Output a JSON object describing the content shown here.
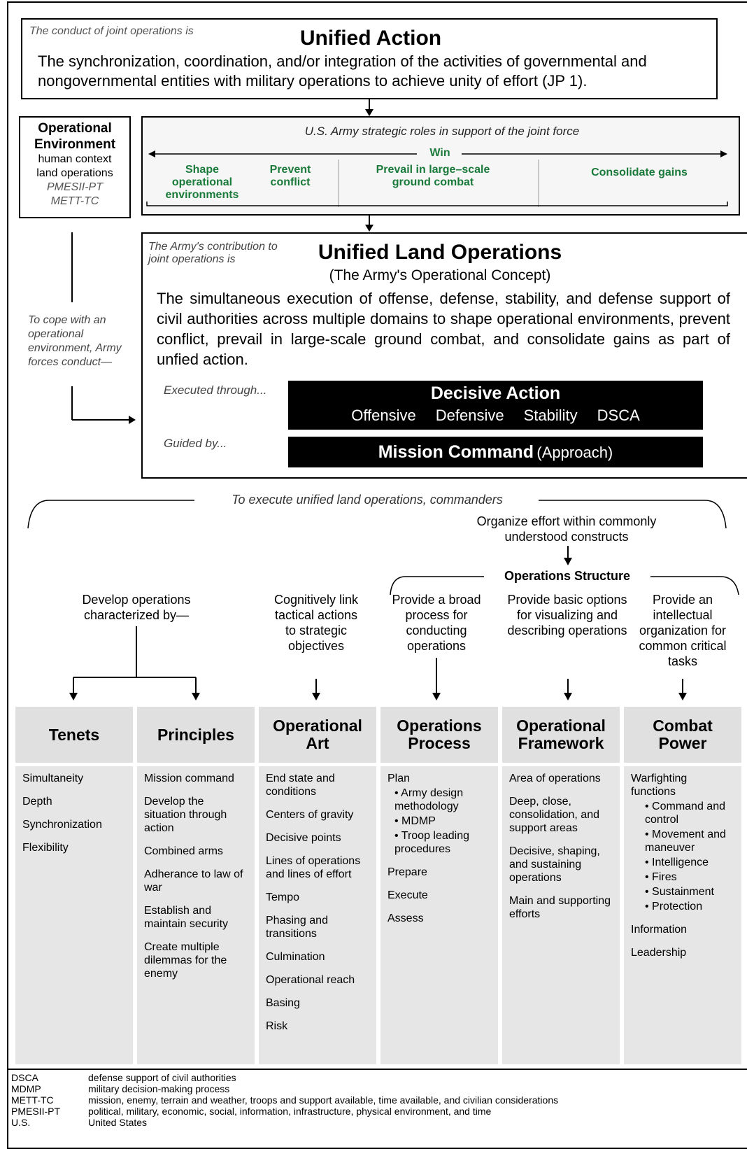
{
  "unified_action": {
    "intro": "The conduct of joint operations is",
    "title": "Unified Action",
    "definition": "The synchronization, coordination, and/or integration of the activities of governmental and nongovernmental entities with military operations to achieve unity of effort (JP 1)."
  },
  "operational_environment": {
    "title": "Operational Environment",
    "line1": "human context",
    "line2": "land operations",
    "line3": "PMESII-PT",
    "line4": "METT-TC"
  },
  "strategic_roles": {
    "title": "U.S. Army strategic roles in support of the joint force",
    "win": "Win",
    "roles": [
      "Shape operational environments",
      "Prevent conflict",
      "Prevail in large–scale ground combat",
      "Consolidate gains"
    ]
  },
  "side_note": "To cope with an operational environment, Army forces conduct—",
  "ulo": {
    "intro": "The Army's contribution to joint operations is",
    "title": "Unified Land Operations",
    "subtitle": "(The Army's Operational Concept)",
    "definition": "The simultaneous execution of offense, defense, stability, and defense support of civil authorities across multiple domains to shape operational environments, prevent conflict, prevail in large-scale ground combat, and consolidate gains as part of unfied action.",
    "executed_label": "Executed through...",
    "decisive_title": "Decisive Action",
    "decisive_items": [
      "Offensive",
      "Defensive",
      "Stability",
      "DSCA"
    ],
    "guided_label": "Guided by...",
    "mission_command": "Mission Command",
    "mission_command_suffix": "(Approach)"
  },
  "execute_caption": "To execute unified land operations, commanders",
  "organize_effort": "Organize effort within commonly understood constructs",
  "operations_structure": "Operations Structure",
  "descriptors": {
    "develop": "Develop operations characterized by—",
    "cognitive": "Cognitively link tactical actions to strategic objectives",
    "process": "Provide a broad process for conducting operations",
    "framework": "Provide basic options for visualizing and describing operations",
    "combat": "Provide an intellectual organization for common critical tasks"
  },
  "columns": {
    "tenets": {
      "title": "Tenets",
      "items": [
        "Simultaneity",
        "Depth",
        "Synchronization",
        "Flexibility"
      ]
    },
    "principles": {
      "title": "Principles",
      "items": [
        "Mission command",
        "Develop the situation through action",
        "Combined arms",
        "Adherance to law of war",
        "Establish and maintain security",
        "Create multiple dilemmas for the enemy"
      ]
    },
    "operational_art": {
      "title": "Operational Art",
      "items": [
        "End state and conditions",
        "Centers of gravity",
        "Decisive points",
        "Lines of operations and lines of effort",
        "Tempo",
        "Phasing and transitions",
        "Culmination",
        "Operational reach",
        "Basing",
        "Risk"
      ]
    },
    "operations_process": {
      "title": "Operations Process",
      "plan": "Plan",
      "plan_subs": [
        "• Army design methodology",
        "• MDMP",
        "• Troop leading procedures"
      ],
      "items": [
        "Prepare",
        "Execute",
        "Assess"
      ]
    },
    "operational_framework": {
      "title": "Operational Framework",
      "items": [
        "Area of operations",
        "Deep, close, consolidation, and support areas",
        "Decisive, shaping, and sustaining operations",
        "Main and supporting efforts"
      ]
    },
    "combat_power": {
      "title": "Combat Power",
      "wf": "Warfighting functions",
      "wf_subs": [
        "• Command and control",
        "• Movement and maneuver",
        "• Intelligence",
        "• Fires",
        "• Sustainment",
        "• Protection"
      ],
      "items": [
        "Information",
        "Leadership"
      ]
    }
  },
  "legend": [
    {
      "abbr": "DSCA",
      "text": "defense support of civil authorities"
    },
    {
      "abbr": "MDMP",
      "text": "military decision-making process"
    },
    {
      "abbr": "METT-TC",
      "text": "mission, enemy, terrain and weather, troops and support available, time available, and civilian considerations"
    },
    {
      "abbr": "PMESII-PT",
      "text": "political, military, economic, social, information, infrastructure, physical environment, and time"
    },
    {
      "abbr": "U.S.",
      "text": "United States"
    }
  ]
}
